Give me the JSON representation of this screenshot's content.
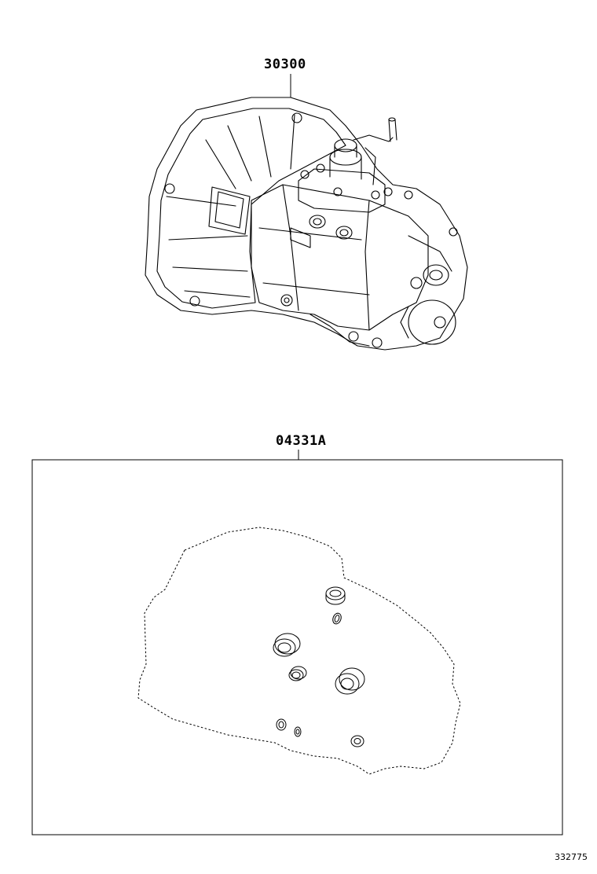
{
  "parts": {
    "transaxle_assembly": {
      "part_number": "30300"
    },
    "gasket_kit": {
      "part_number": "04331A"
    }
  },
  "diagram": {
    "id": "332775"
  },
  "icons": {
    "transaxle": "transaxle-assembly-illustration",
    "gasket_kit": "gasket-and-seal-set-illustration"
  },
  "colors": {
    "line": "#000000",
    "background": "#ffffff"
  }
}
